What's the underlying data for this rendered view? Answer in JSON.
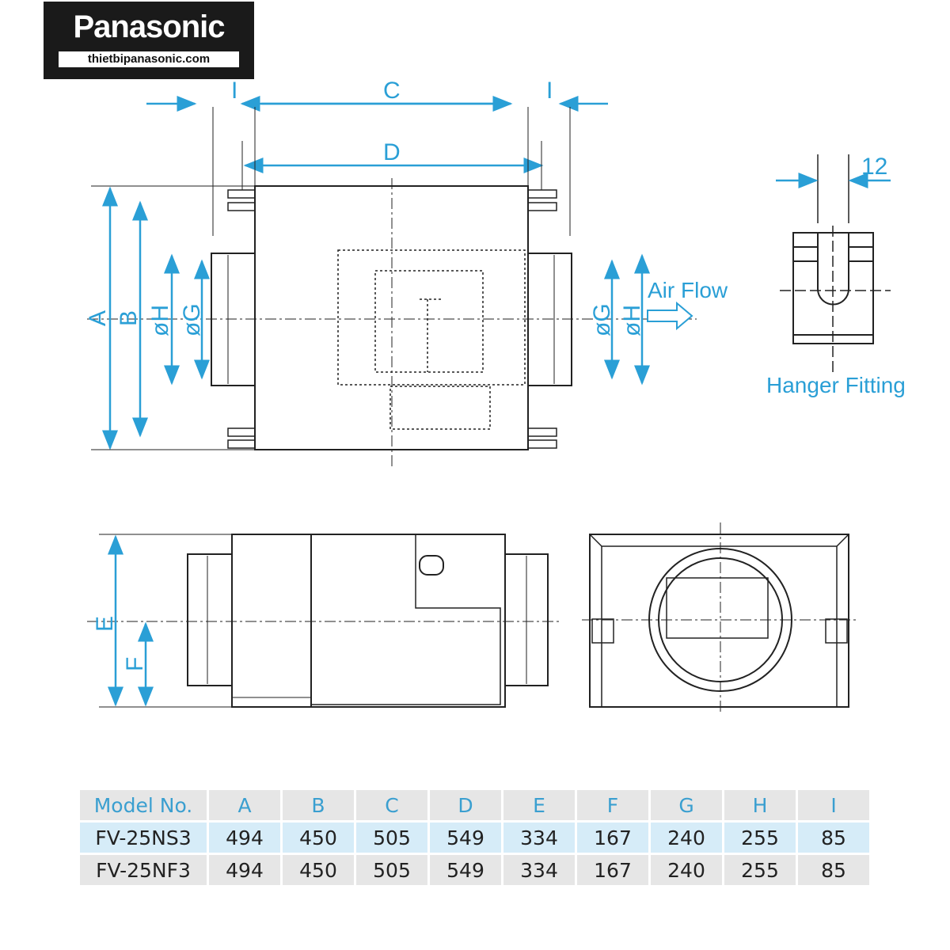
{
  "logo": {
    "brand": "Panasonic",
    "site": "thietbipanasonic.com"
  },
  "labels": {
    "A": "A",
    "B": "B",
    "C": "C",
    "D": "D",
    "E": "E",
    "F": "F",
    "G": "øG",
    "H": "øH",
    "I": "I",
    "twelve": "12",
    "air_flow": "Air Flow",
    "hanger_fitting": "Hanger Fitting"
  },
  "colors": {
    "dimension": "#2a9fd6",
    "row_highlight": "#d6ecf8",
    "row_gray": "#e6e6e6"
  },
  "table": {
    "headers": [
      "Model No.",
      "A",
      "B",
      "C",
      "D",
      "E",
      "F",
      "G",
      "H",
      "I"
    ],
    "rows": [
      [
        "FV-25NS3",
        "494",
        "450",
        "505",
        "549",
        "334",
        "167",
        "240",
        "255",
        "85"
      ],
      [
        "FV-25NF3",
        "494",
        "450",
        "505",
        "549",
        "334",
        "167",
        "240",
        "255",
        "85"
      ]
    ]
  }
}
